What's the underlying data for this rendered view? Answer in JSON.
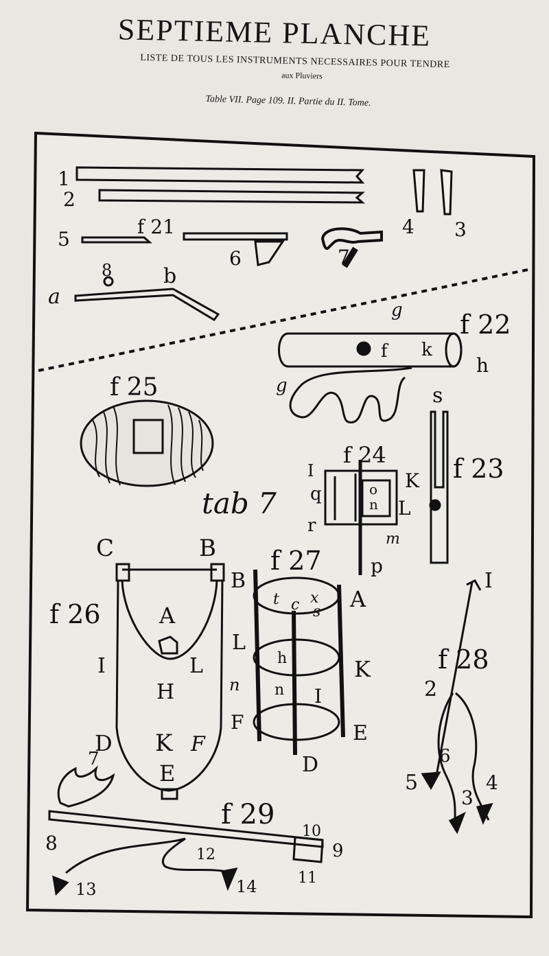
{
  "header": {
    "title": "SEPTIEME PLANCHE",
    "subtitle": "LISTE DE TOUS LES INSTRUMENTS NECESSAIRES POUR TENDRE",
    "subtitle_cont": "aux Pluviers",
    "table_ref": "Table VII. Page 109. II. Partie du II. Tome."
  },
  "plate": {
    "labels": {
      "n1": "1",
      "n2": "2",
      "n3": "3",
      "n4": "4",
      "n5": "5",
      "n6": "6",
      "n7": "7",
      "n8": "8",
      "a": "a",
      "b": "b",
      "f21": "f 21",
      "f22": "f 22",
      "g_upper": "g",
      "g_lower": "g",
      "f_dot": "f",
      "k_roll": "k",
      "h_roll": "h",
      "f25": "f 25",
      "s": "s",
      "f23": "f 23",
      "f24": "f 24",
      "I24": "I",
      "q": "q",
      "r": "r",
      "o": "o",
      "n24": "n",
      "K24": "K",
      "L24": "L",
      "m": "m",
      "p": "p",
      "tab7": "tab 7",
      "C": "C",
      "B26": "B",
      "f26": "f 26",
      "A26": "A",
      "I26": "I",
      "L26": "L",
      "H26": "H",
      "K26": "K",
      "F26": "F",
      "D26": "D",
      "E26": "E",
      "f27": "f 27",
      "B27": "B",
      "A27": "A",
      "t": "t",
      "c": "c",
      "x": "x",
      "s27": "s",
      "L27": "L",
      "h27": "h",
      "n27a": "n",
      "n27b": "n",
      "I27": "I",
      "K27": "K",
      "F27": "F",
      "E27": "E",
      "D27": "D",
      "I28": "I",
      "f28": "f 28",
      "n2b": "2",
      "n5b": "5",
      "n6b": "6",
      "n3b": "3",
      "n4b": "4",
      "n7b": "7",
      "n8b": "8",
      "f29": "f 29",
      "n10": "10",
      "n9": "9",
      "n12": "12",
      "n11": "11",
      "n13": "13",
      "n14": "14"
    }
  }
}
